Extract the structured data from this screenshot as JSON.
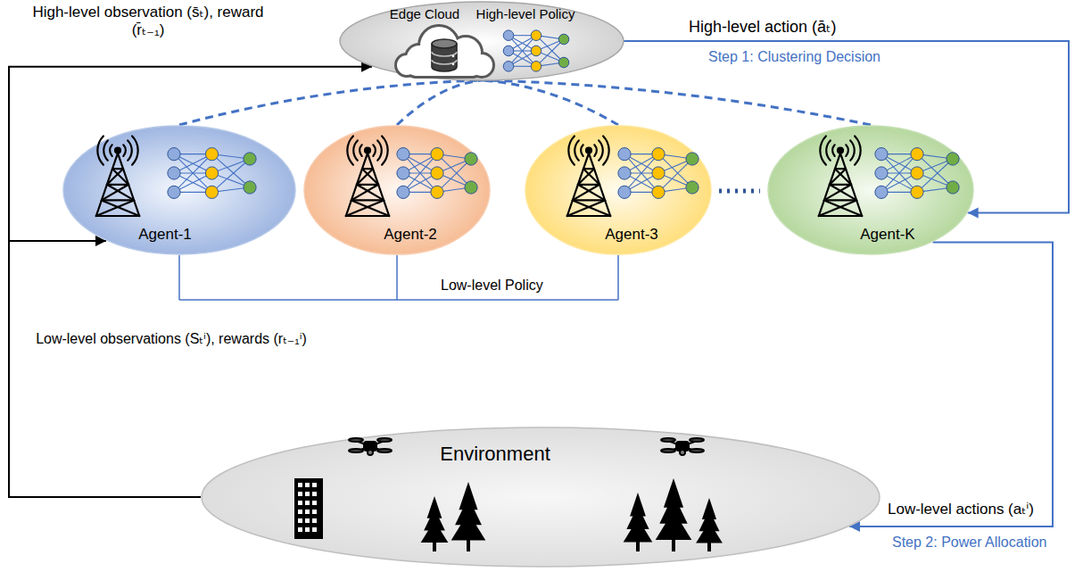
{
  "diagram": {
    "nodes": [
      {
        "text": [
          "Edge Cloud",
          "High-level Policy"
        ]
      },
      {
        "text": [
          "Agent-1"
        ]
      },
      {
        "text": [
          "Agent-2"
        ]
      },
      {
        "text": [
          "Agent-3"
        ]
      },
      {
        "text": [
          "Agent-K"
        ]
      },
      {
        "text": [
          "Environment"
        ]
      }
    ],
    "edges": [
      {
        "from": 1,
        "to": 0,
        "arrow": "none"
      },
      {
        "from": 2,
        "to": 0,
        "arrow": "none"
      },
      {
        "from": 3,
        "to": 0,
        "arrow": "none"
      },
      {
        "from": 4,
        "to": 0,
        "arrow": "none"
      },
      {
        "from": 0,
        "to": 4,
        "label": "High-level action (āₜ)",
        "arrow": "to"
      },
      {
        "from": 4,
        "to": 5,
        "label": "Low-level actions (aₜⁱ)",
        "arrow": "to"
      },
      {
        "from": 5,
        "to": 1,
        "label": "Low-level observations (Sₜⁱ), rewards (rₜ₋₁ⁱ)",
        "arrow": "to"
      },
      {
        "from": 5,
        "to": 0,
        "label": "High-level observation (s̄ₜ), reward (r̄ₜ₋₁)",
        "arrow": "to"
      }
    ],
    "labels": [
      "Step 1: Clustering Decision",
      "Step 2: Power Allocation",
      "Low-level Policy"
    ]
  }
}
